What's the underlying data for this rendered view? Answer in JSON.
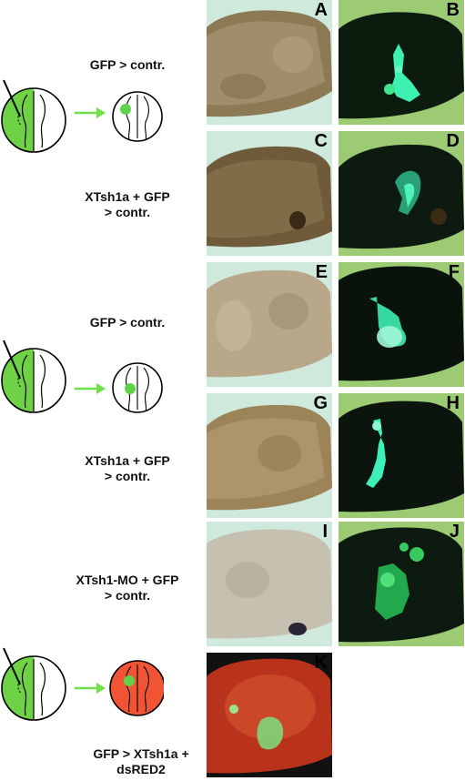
{
  "rows": [
    {
      "caption": [
        "GFP > contr."
      ],
      "labels": [
        "A",
        "B"
      ]
    },
    {
      "caption": [
        "XTsh1a  + GFP",
        "> contr."
      ],
      "labels": [
        "C",
        "D"
      ]
    },
    {
      "caption": [
        "GFP > contr."
      ],
      "labels": [
        "E",
        "F"
      ]
    },
    {
      "caption": [
        "XTsh1a + GFP",
        "> contr."
      ],
      "labels": [
        "G",
        "H"
      ]
    },
    {
      "caption": [
        "XTsh1-MO + GFP",
        "> contr."
      ],
      "labels": [
        "I",
        "J"
      ]
    },
    {
      "caption": [
        "GFP > XTsh1a +",
        "dsRED2"
      ],
      "labels": [
        "K"
      ]
    }
  ],
  "colors": {
    "donor_green": "#6fd145",
    "graft_green": "#5fd24a",
    "host_red": "#f05434",
    "arrow_green": "#6fe04a",
    "gfp_signal": "#3df2b0"
  }
}
